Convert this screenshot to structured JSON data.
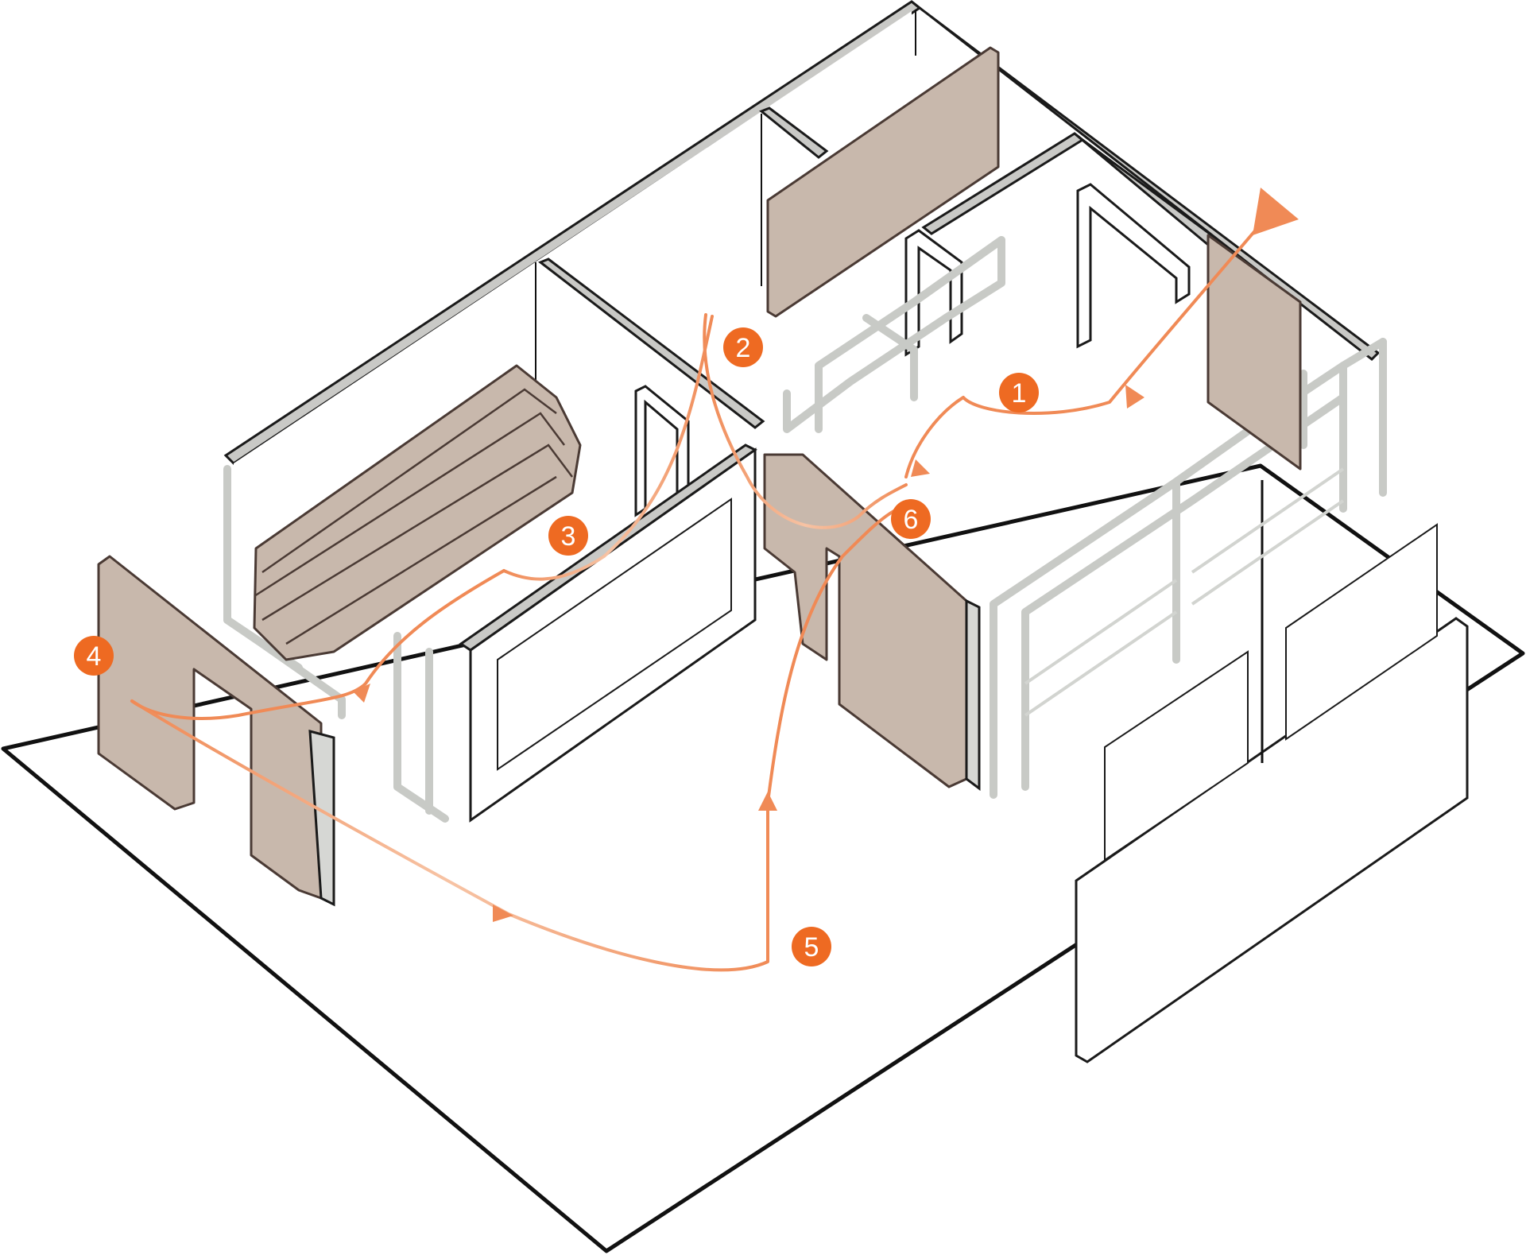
{
  "colors": {
    "accent": "#ee6a22",
    "route": "#f08a56",
    "panel": "#c8b8ac",
    "ghost": "#c8cac6",
    "outline": "#111111"
  },
  "markers": [
    {
      "id": "1",
      "label": "1"
    },
    {
      "id": "2",
      "label": "2"
    },
    {
      "id": "3",
      "label": "3"
    },
    {
      "id": "4",
      "label": "4"
    },
    {
      "id": "5",
      "label": "5"
    },
    {
      "id": "6",
      "label": "6"
    }
  ]
}
